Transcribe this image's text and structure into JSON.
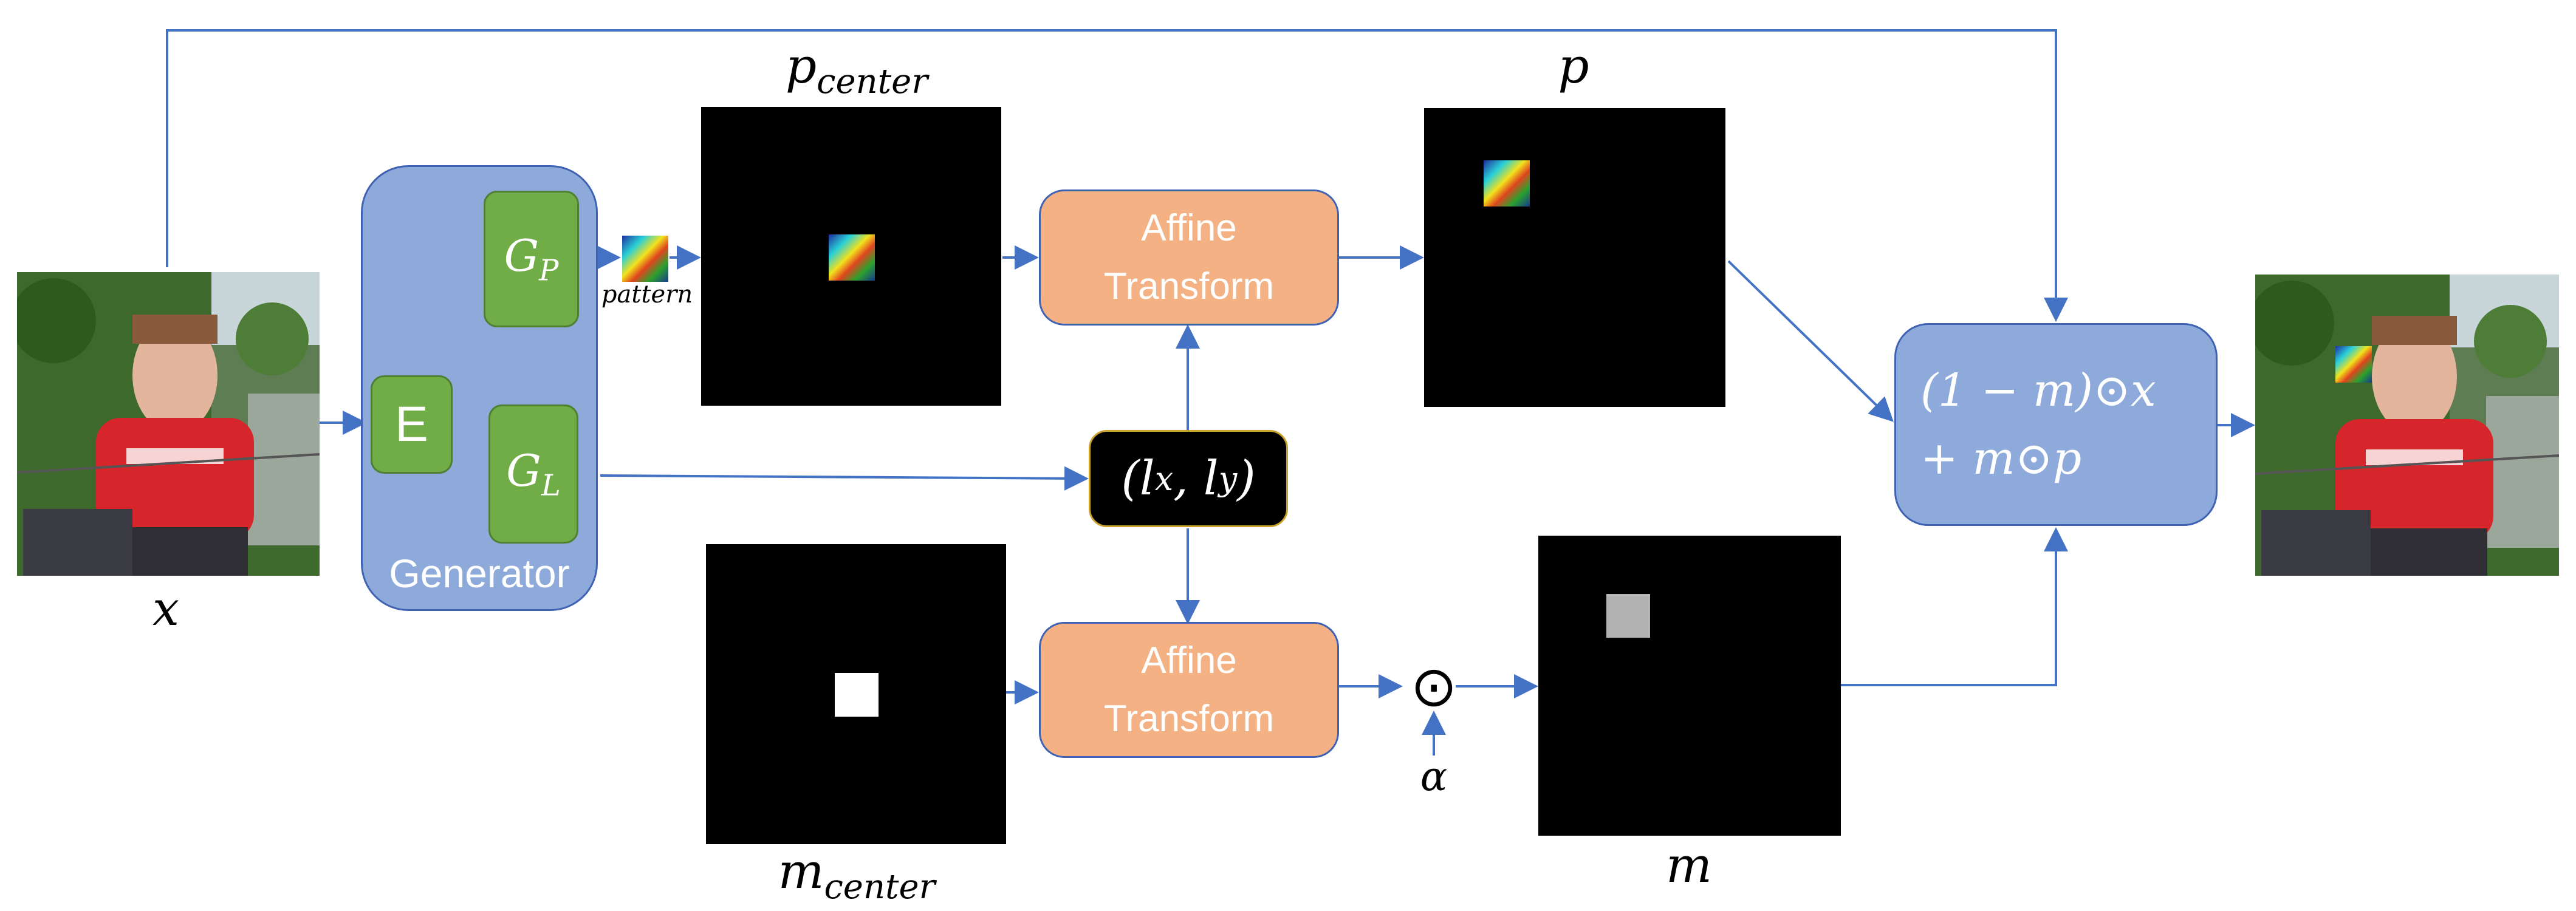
{
  "labels": {
    "x": "x",
    "p_center": "p",
    "p_center_sub": "center",
    "p": "p",
    "m_center": "m",
    "m_center_sub": "center",
    "m": "m",
    "pattern": "pattern",
    "alpha": "α",
    "odot": "⊙"
  },
  "generator": {
    "label": "Generator",
    "encoder": "E",
    "gp": "G",
    "gp_sub": "P",
    "gl": "G",
    "gl_sub": "L"
  },
  "affine_top": {
    "line1": "Affine",
    "line2": "Transform"
  },
  "affine_bottom": {
    "line1": "Affine",
    "line2": "Transform"
  },
  "location": {
    "text": "(l",
    "x_sub": "x",
    "mid": ", l",
    "y_sub": "y",
    "close": ")"
  },
  "blend": {
    "line1": "(1 − m)⊙x",
    "line2": "+  m⊙p"
  },
  "colors": {
    "arrow": "#4472c4",
    "generator_fill": "#8eaadb",
    "gbox_fill": "#70ad47",
    "affine_fill": "#f4b183",
    "blend_fill": "#8eaadb",
    "location_border": "#c9a227"
  }
}
